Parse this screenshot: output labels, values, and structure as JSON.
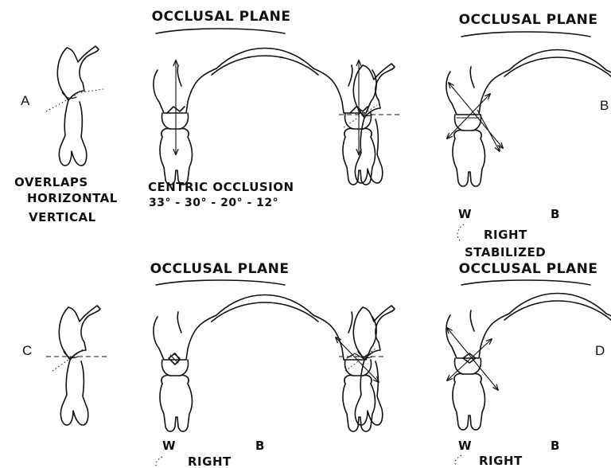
{
  "panel_a": {
    "letter": "A",
    "title": "OCCLUSAL PLANE",
    "overlaps_label": "OVERLAPS",
    "horizontal_label": "HORIZONTAL",
    "vertical_label": "VERTICAL",
    "occlusion_label": "CENTRIC OCCLUSION",
    "angles_label": "33° - 30° - 20° - 12°"
  },
  "panel_b": {
    "letter": "B",
    "title": "OCCLUSAL PLANE",
    "working_label": "W",
    "balancing_label": "B",
    "side_label": "RIGHT",
    "state_label": "STABILIZED"
  },
  "panel_c": {
    "letter": "C",
    "title": "OCCLUSAL PLANE",
    "working_label": "W",
    "balancing_label": "B",
    "side_label": "RIGHT"
  },
  "panel_d": {
    "letter": "D",
    "title": "OCCLUSAL PLANE",
    "working_label": "W",
    "balancing_label": "B",
    "side_label": "RIGHT"
  }
}
